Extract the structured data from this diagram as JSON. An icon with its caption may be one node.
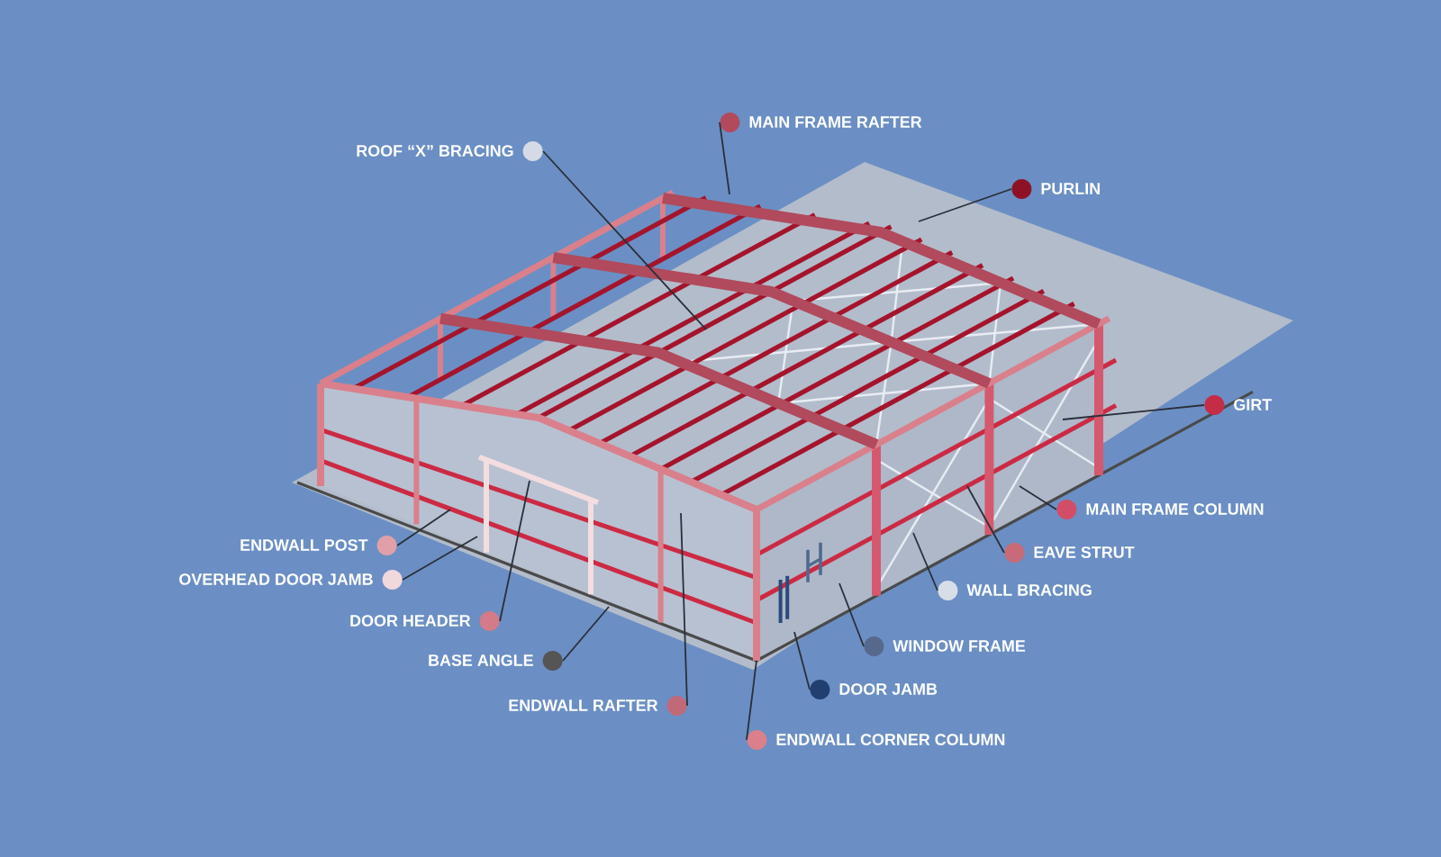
{
  "diagram": {
    "nodes": [
      {
        "text": [
          "MAIN FRAME RAFTER"
        ]
      },
      {
        "text": [
          "ROOF “X” BRACING"
        ]
      },
      {
        "text": [
          "PURLIN"
        ]
      },
      {
        "text": [
          "GIRT"
        ]
      },
      {
        "text": [
          "MAIN FRAME COLUMN"
        ]
      },
      {
        "text": [
          "ENDWALL POST"
        ]
      },
      {
        "text": [
          "EAVE STRUT"
        ]
      },
      {
        "text": [
          "OVERHEAD DOOR JAMB"
        ]
      },
      {
        "text": [
          "WALL BRACING"
        ]
      },
      {
        "text": [
          "DOOR HEADER"
        ]
      },
      {
        "text": [
          "WINDOW FRAME"
        ]
      },
      {
        "text": [
          "BASE ANGLE"
        ]
      },
      {
        "text": [
          "DOOR JAMB"
        ]
      },
      {
        "text": [
          "ENDWALL RAFTER"
        ]
      },
      {
        "text": [
          "ENDWALL CORNER COLUMN"
        ]
      }
    ],
    "edges": [
      {
        "from": 0,
        "to": null,
        "arrow": "none"
      },
      {
        "from": 1,
        "to": null,
        "arrow": "none"
      },
      {
        "from": 2,
        "to": null,
        "arrow": "none"
      },
      {
        "from": 3,
        "to": null,
        "arrow": "none"
      },
      {
        "from": 4,
        "to": null,
        "arrow": "none"
      },
      {
        "from": 5,
        "to": null,
        "arrow": "none"
      },
      {
        "from": 6,
        "to": null,
        "arrow": "none"
      },
      {
        "from": 7,
        "to": null,
        "arrow": "none"
      },
      {
        "from": 8,
        "to": null,
        "arrow": "none"
      },
      {
        "from": 9,
        "to": null,
        "arrow": "none"
      },
      {
        "from": 10,
        "to": null,
        "arrow": "none"
      },
      {
        "from": 11,
        "to": null,
        "arrow": "none"
      },
      {
        "from": 12,
        "to": null,
        "arrow": "none"
      },
      {
        "from": 13,
        "to": null,
        "arrow": "none"
      },
      {
        "from": 14,
        "to": null,
        "arrow": "none"
      }
    ]
  }
}
